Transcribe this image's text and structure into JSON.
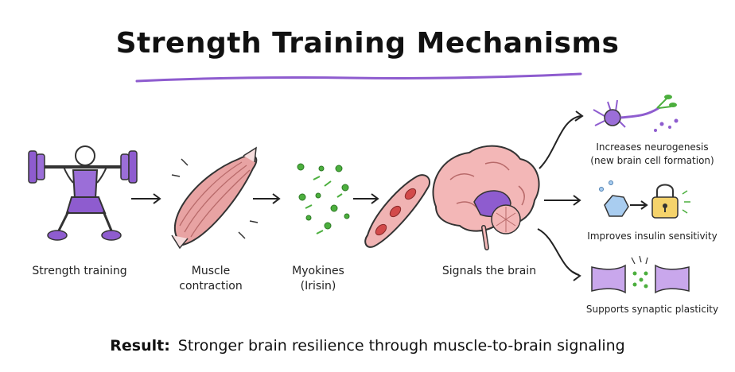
{
  "title": "Strength Training Mechanisms",
  "steps": [
    {
      "label_line1": "Strength training",
      "label_line2": ""
    },
    {
      "label_line1": "Muscle",
      "label_line2": "contraction"
    },
    {
      "label_line1": "Myokines",
      "label_line2": "(Irisin)"
    },
    {
      "label_line1": "Signals the brain",
      "label_line2": ""
    }
  ],
  "outcomes": [
    {
      "label_line1": "Increases neurogenesis",
      "label_line2": "(new brain cell formation)",
      "icon": "neuron-icon"
    },
    {
      "label_line1": "Improves insulin sensitivity",
      "label_line2": "",
      "icon": "padlock-icon"
    },
    {
      "label_line1": "Supports synaptic plasticity",
      "label_line2": "",
      "icon": "synapse-icon"
    }
  ],
  "result": {
    "heading": "Result:",
    "text": "Stronger brain resilience through muscle-to-brain signaling"
  },
  "colors": {
    "accent_purple": "#8e5ccf",
    "muscle_pink": "#e8a3a3",
    "myokine_green": "#4caf3e",
    "brain_pink": "#f3b7b7",
    "lock_yellow": "#f5d36b",
    "crystal_blue": "#a9cdf0"
  }
}
